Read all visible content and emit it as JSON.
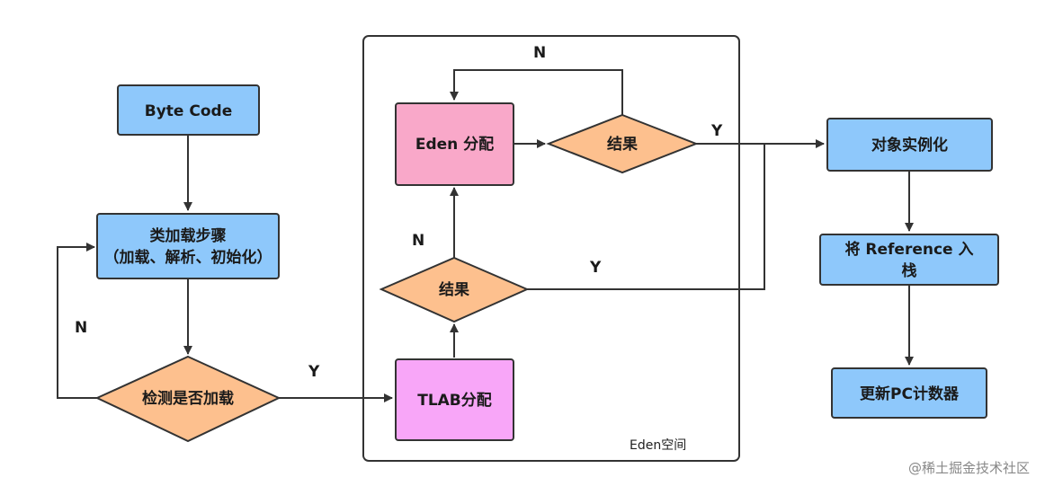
{
  "colors": {
    "process_blue": "#8ec8fb",
    "eden_pink": "#f9a8c9",
    "tlab_magenta": "#f8a6f8",
    "decision_orange": "#fdc08e",
    "stroke": "#333333"
  },
  "nodes": {
    "byte_code": "Byte Code",
    "class_loading_line1": "类加载步骤",
    "class_loading_line2": "（加载、解析、初始化）",
    "check_loaded": "检测是否加载",
    "tlab_alloc": "TLAB分配",
    "result_lower": "结果",
    "eden_alloc": "Eden 分配",
    "result_upper": "结果",
    "instantiate": "对象实例化",
    "push_ref_line1": "将 Reference 入",
    "push_ref_line2": "栈",
    "update_pc": "更新PC计数器"
  },
  "edge_labels": {
    "loop_no": "N",
    "check_yes": "Y",
    "lower_no": "N",
    "lower_yes": "Y",
    "upper_no": "N",
    "upper_yes": "Y"
  },
  "region": {
    "eden_space": "Eden空间"
  },
  "watermark": "@稀土掘金技术社区"
}
